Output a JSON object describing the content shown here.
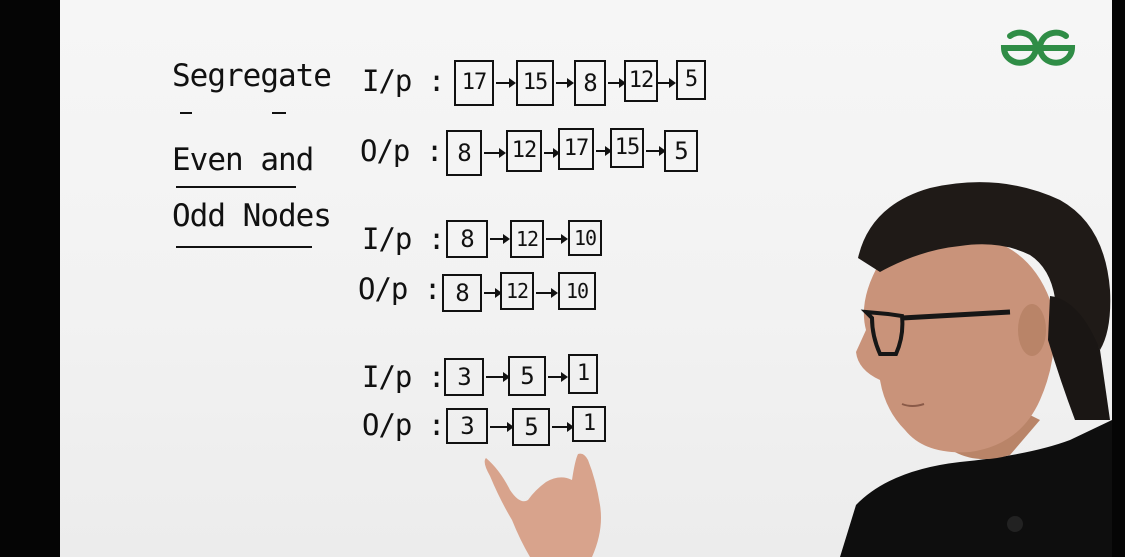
{
  "title": {
    "line1": "Segregate",
    "line2": "Even and",
    "line3": "Odd Nodes"
  },
  "logo_text": "GG",
  "examples": [
    {
      "input_label": "I/p :",
      "input": [
        "17",
        "15",
        "8",
        "12",
        "5"
      ],
      "output_label": "O/p :",
      "output": [
        "8",
        "12",
        "17",
        "15",
        "5"
      ]
    },
    {
      "input_label": "I/p :",
      "input": [
        "8",
        "12",
        "10"
      ],
      "output_label": "O/p :",
      "output": [
        "8",
        "12",
        "10"
      ]
    },
    {
      "input_label": "I/p :",
      "input": [
        "3",
        "5",
        "1"
      ],
      "output_label": "O/p :",
      "output": [
        "3",
        "5",
        "1"
      ]
    }
  ],
  "colors": {
    "board": "#f3f3f3",
    "ink": "#111111",
    "logo_green": "#2f8d46",
    "frame": "#050505"
  }
}
